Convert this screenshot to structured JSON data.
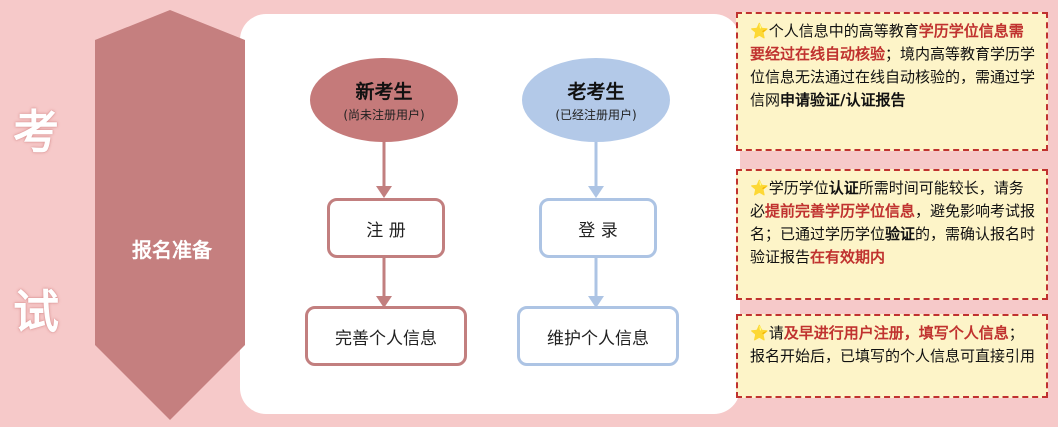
{
  "side_chars": [
    "考",
    "试"
  ],
  "stage_label": "报名准备",
  "new_candidate": {
    "title": "新考生",
    "subtitle": "(尚未注册用户)"
  },
  "old_candidate": {
    "title": "老考生",
    "subtitle": "(已经注册用户)"
  },
  "new_steps": [
    "注  册",
    "完善个人信息"
  ],
  "old_steps": [
    "登  录",
    "维护个人信息"
  ],
  "notes": [
    [
      {
        "t": "⭐",
        "s": "star"
      },
      {
        "t": "个人信息中的高等教育",
        "s": ""
      },
      {
        "t": "学历学位信息需要经过在线自动核验",
        "s": "hl"
      },
      {
        "t": "；境内高等教育学历学位信息无法通过在线自动核验的，需通过学信网",
        "s": ""
      },
      {
        "t": "申请验证/认证报告",
        "s": "b"
      }
    ],
    [
      {
        "t": "⭐",
        "s": "star"
      },
      {
        "t": "学历学位",
        "s": ""
      },
      {
        "t": "认证",
        "s": "b"
      },
      {
        "t": "所需时间可能较长，请务必",
        "s": ""
      },
      {
        "t": "提前完善学历学位信息",
        "s": "hl"
      },
      {
        "t": "，避免影响考试报名；已通过学历学位",
        "s": ""
      },
      {
        "t": "验证",
        "s": "b"
      },
      {
        "t": "的，需确认报名时验证报告",
        "s": ""
      },
      {
        "t": "在有效期内",
        "s": "hl"
      }
    ],
    [
      {
        "t": "⭐",
        "s": "star"
      },
      {
        "t": "请",
        "s": ""
      },
      {
        "t": "及早进行用户注册，填写个人信息",
        "s": "hl"
      },
      {
        "t": "；报名开始后，已填写的个人信息可直接引用",
        "s": ""
      }
    ]
  ],
  "colors": {
    "background": "#f6c9c9",
    "chevron": "#c57f7f",
    "new_oval": "#c57a7a",
    "old_oval": "#b3c9e8",
    "red_arrow": "#c27f7f",
    "blue_arrow": "#adc4e4",
    "note_fill": "#fdf4c8",
    "note_border": "#c0322f"
  }
}
